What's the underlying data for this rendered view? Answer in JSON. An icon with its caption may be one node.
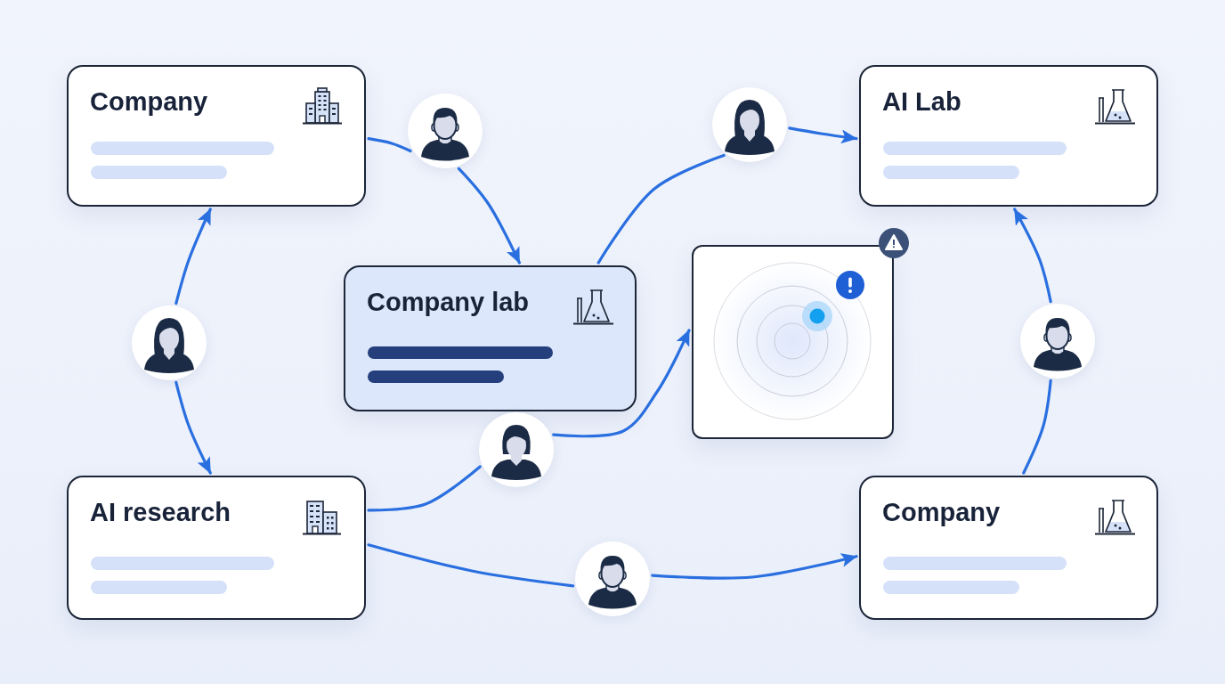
{
  "diagram": {
    "nodes": [
      {
        "text": [
          "Company"
        ]
      },
      {
        "text": [],
        "shape": "person"
      },
      {
        "text": [],
        "shape": "person"
      },
      {
        "text": [
          "AI Lab"
        ]
      },
      {
        "text": [],
        "shape": "person"
      },
      {
        "text": [
          "Company lab"
        ]
      },
      {
        "text": [],
        "shape": "box"
      },
      {
        "text": [],
        "shape": "person"
      },
      {
        "text": [],
        "shape": "person"
      },
      {
        "text": [
          "AI research"
        ]
      },
      {
        "text": [],
        "shape": "person"
      },
      {
        "text": [
          "Company"
        ]
      }
    ],
    "edges": [
      {
        "from": 0,
        "to": 1,
        "arrow": "none"
      },
      {
        "from": 1,
        "to": 5,
        "arrow": "to"
      },
      {
        "from": 5,
        "to": 2,
        "arrow": "none"
      },
      {
        "from": 2,
        "to": 3,
        "arrow": "to"
      },
      {
        "from": 4,
        "to": 0,
        "arrow": "to"
      },
      {
        "from": 4,
        "to": 9,
        "arrow": "to"
      },
      {
        "from": 9,
        "to": 8,
        "arrow": "none"
      },
      {
        "from": 8,
        "to": 6,
        "arrow": "to"
      },
      {
        "from": 9,
        "to": 10,
        "arrow": "none"
      },
      {
        "from": 10,
        "to": 11,
        "arrow": "to"
      },
      {
        "from": 11,
        "to": 7,
        "arrow": "none"
      },
      {
        "from": 7,
        "to": 3,
        "arrow": "to"
      }
    ]
  }
}
